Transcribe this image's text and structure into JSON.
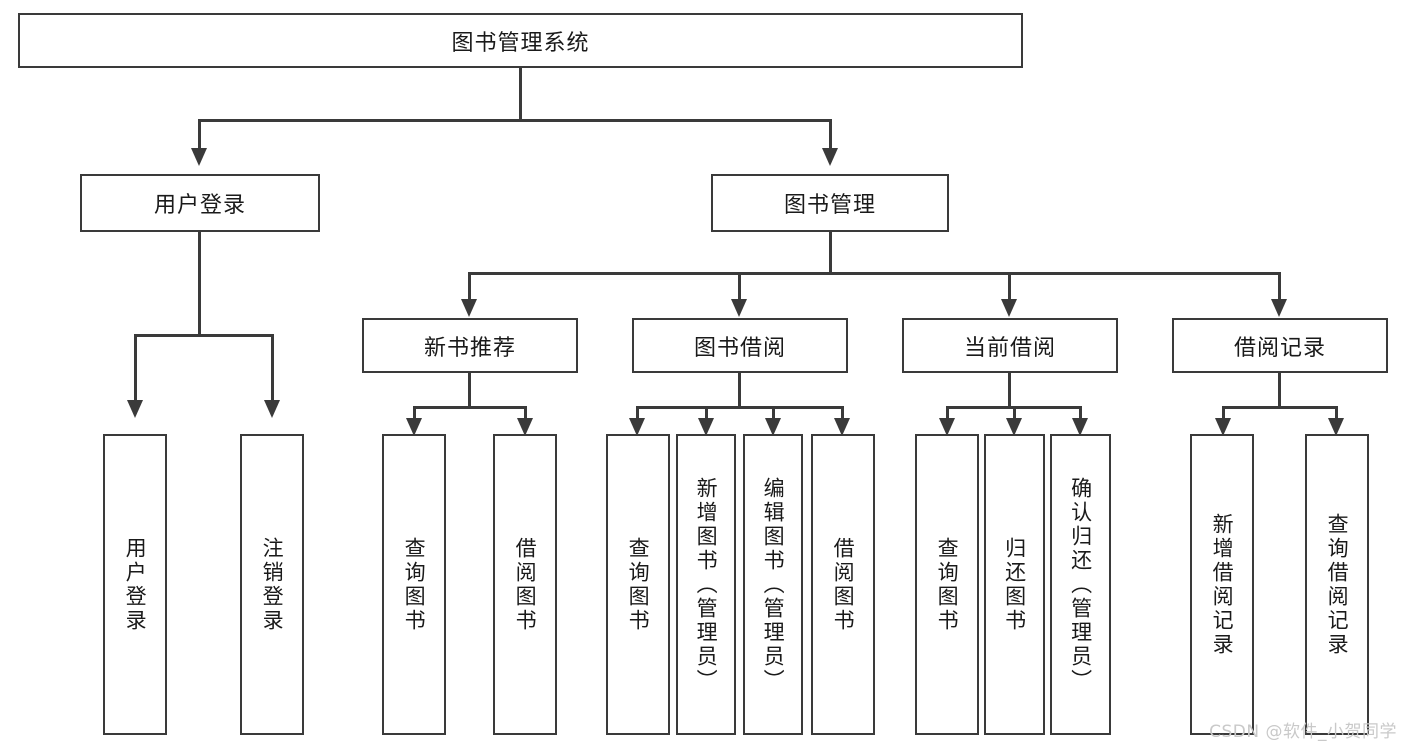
{
  "diagram": {
    "title_node": {
      "label": "图书管理系统"
    },
    "level1": [
      {
        "id": "user-login",
        "label": "用户登录"
      },
      {
        "id": "book-management",
        "label": "图书管理"
      }
    ],
    "level2": [
      {
        "id": "new-book-recommend",
        "label": "新书推荐"
      },
      {
        "id": "book-borrow",
        "label": "图书借阅"
      },
      {
        "id": "current-borrow",
        "label": "当前借阅"
      },
      {
        "id": "borrow-record",
        "label": "借阅记录"
      }
    ],
    "leaves": {
      "user_login": [
        {
          "id": "leaf-user-login",
          "label": "用户登录"
        },
        {
          "id": "leaf-logout",
          "label": "注销登录"
        }
      ],
      "new_book_recommend": [
        {
          "id": "leaf-query-book-1",
          "label": "查询图书"
        },
        {
          "id": "leaf-borrow-book-1",
          "label": "借阅图书"
        }
      ],
      "book_borrow": [
        {
          "id": "leaf-query-book-2",
          "label": "查询图书"
        },
        {
          "id": "leaf-add-book",
          "label": "新增图书（管理员）"
        },
        {
          "id": "leaf-edit-book",
          "label": "编辑图书（管理员）"
        },
        {
          "id": "leaf-borrow-book-2",
          "label": "借阅图书"
        }
      ],
      "current_borrow": [
        {
          "id": "leaf-query-book-3",
          "label": "查询图书"
        },
        {
          "id": "leaf-return-book",
          "label": "归还图书"
        },
        {
          "id": "leaf-confirm-return",
          "label": "确认归还（管理员）"
        }
      ],
      "borrow_record": [
        {
          "id": "leaf-add-record",
          "label": "新增借阅记录"
        },
        {
          "id": "leaf-query-record",
          "label": "查询借阅记录"
        }
      ]
    },
    "watermark": "CSDN @软件_小贺同学",
    "colors": {
      "stroke": "#3a3a3a",
      "text": "#1a1a1a",
      "background": "#ffffff",
      "watermark": "#c9c9c9"
    }
  }
}
